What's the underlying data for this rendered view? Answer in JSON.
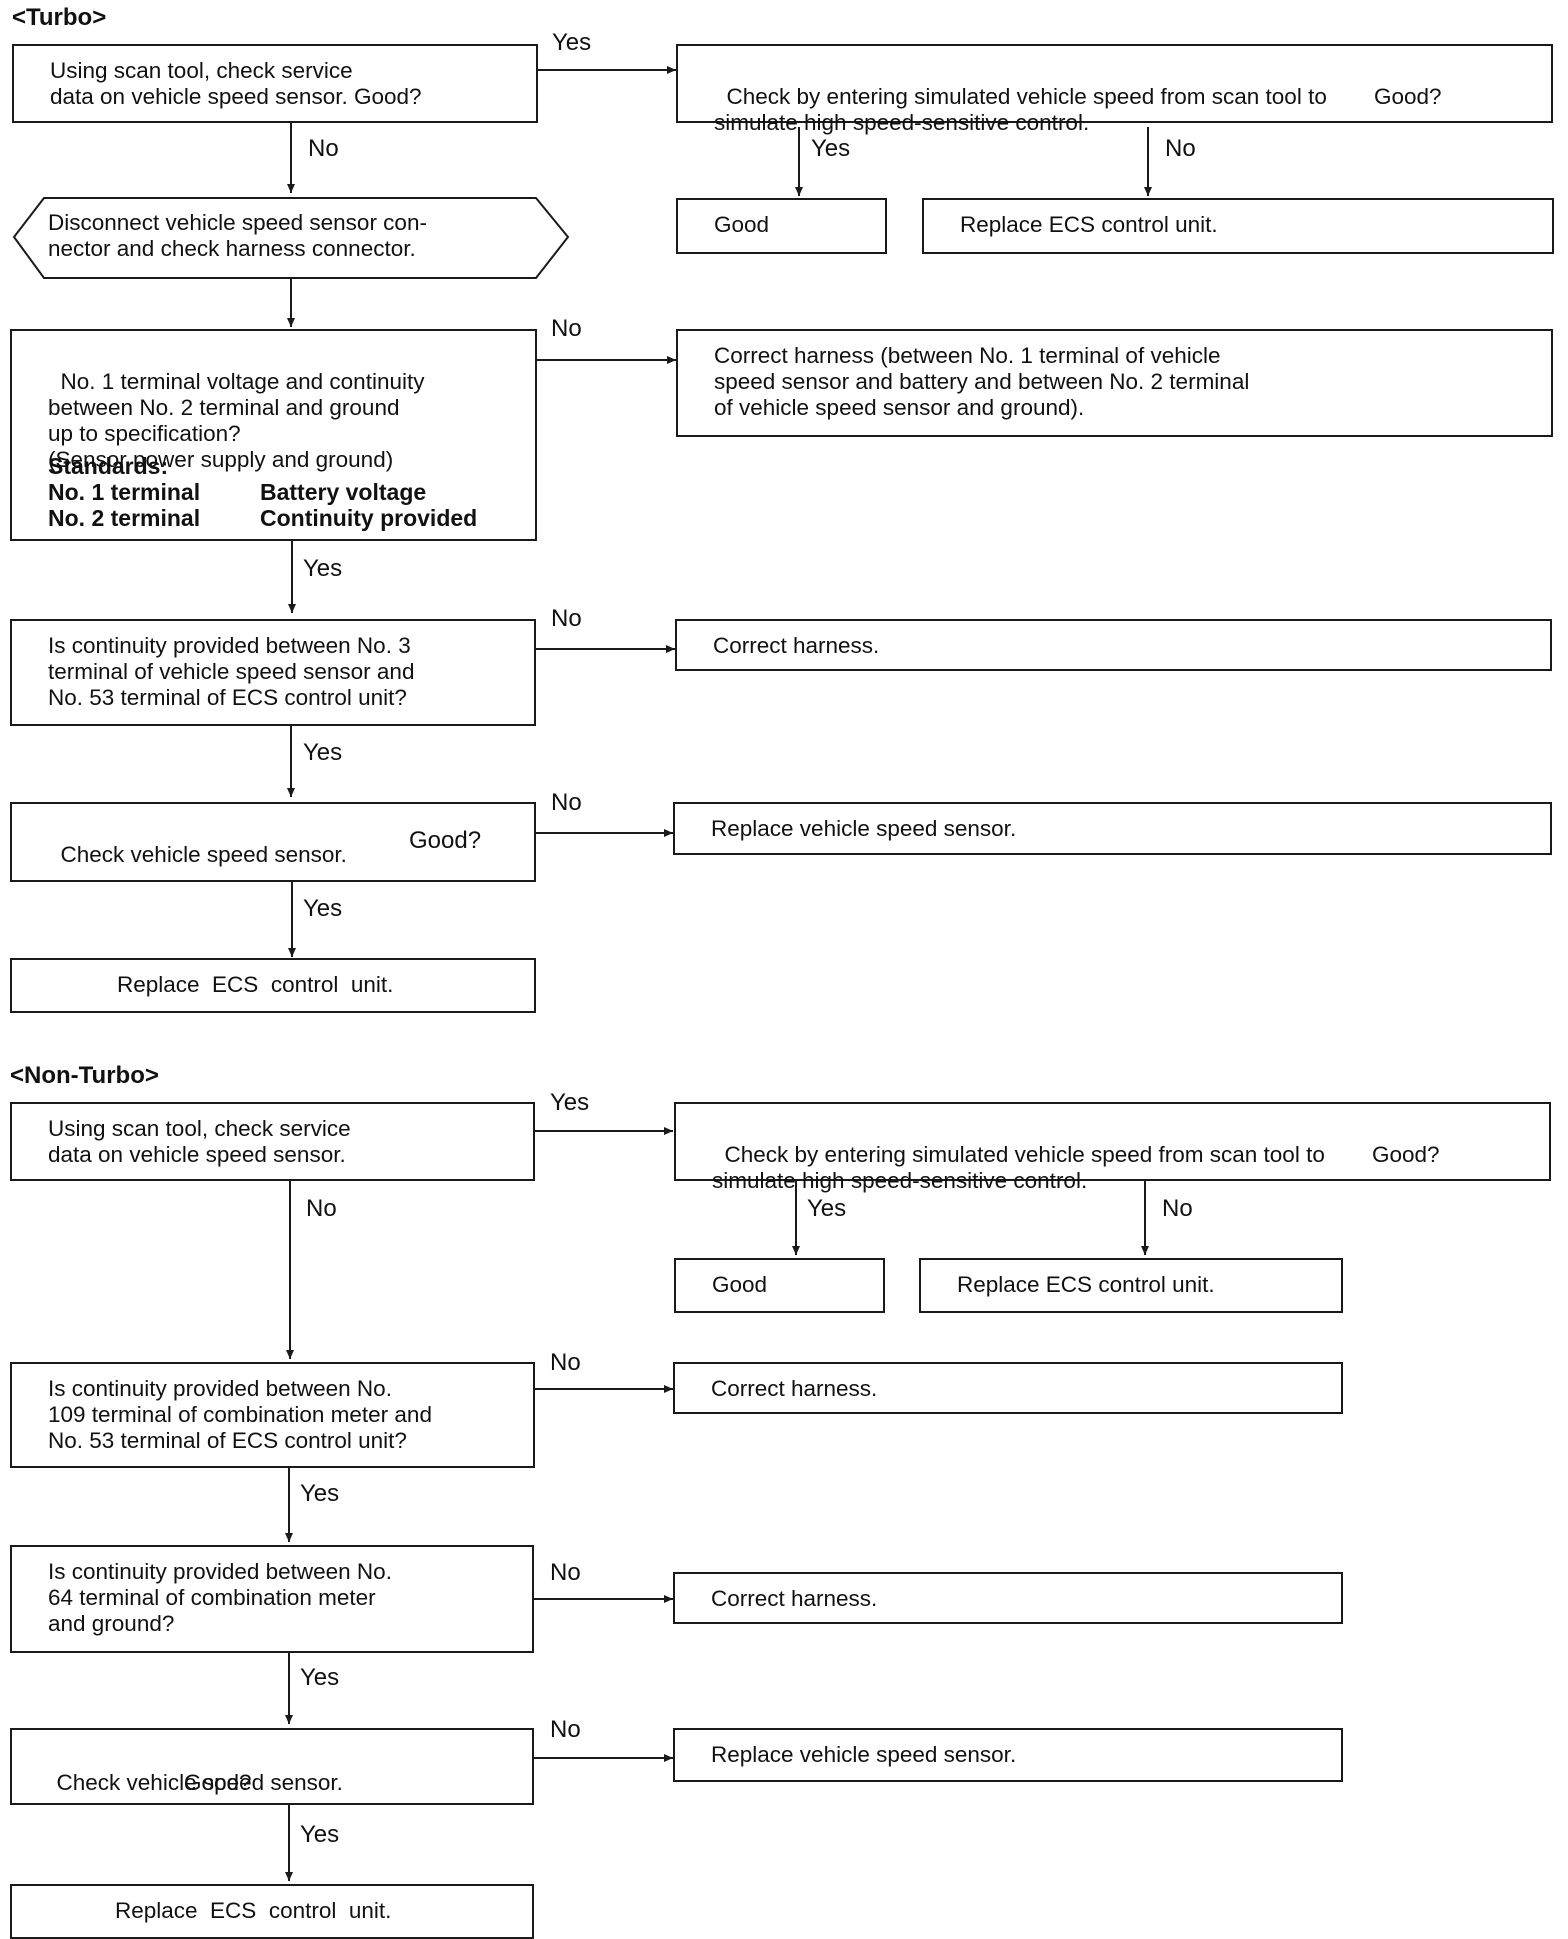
{
  "turbo": {
    "title": "<Turbo>",
    "q1": "Using scan tool, check service\ndata on vehicle speed sensor. Good?",
    "sim": "Check by entering simulated vehicle speed from scan tool to\nsimulate high speed-sensitive control.",
    "sim_good": "Good?",
    "good": "Good",
    "replace_ecs_right": "Replace ECS control unit.",
    "disconnect": "Disconnect vehicle speed sensor con-\nnector and check harness connector.",
    "q2": "No. 1 terminal voltage and continuity\nbetween No. 2 terminal and ground\nup to specification?\n(Sensor power supply and ground)",
    "standards_label": "Standards:",
    "std_rows": [
      {
        "terminal": "No. 1 terminal",
        "value": "Battery voltage"
      },
      {
        "terminal": "No. 2 terminal",
        "value": "Continuity provided"
      }
    ],
    "correct_harness_long": "Correct harness (between No. 1 terminal of vehicle\nspeed sensor and battery and between No. 2 terminal\nof vehicle speed sensor and ground).",
    "q3": "Is continuity provided between No. 3\nterminal of vehicle speed sensor and\nNo. 53 terminal of ECS control unit?",
    "correct_harness": "Correct harness.",
    "q4": "Check vehicle speed sensor.",
    "q4_good": "Good?",
    "replace_sensor": "Replace vehicle speed sensor.",
    "replace_ecs_bottom": "Replace  ECS  control  unit."
  },
  "nonturbo": {
    "title": "<Non-Turbo>",
    "q1": "Using scan tool, check service\ndata on vehicle speed sensor.",
    "sim": "Check by entering simulated vehicle speed from scan tool to\nsimulate high speed-sensitive control.",
    "sim_good": "Good?",
    "good": "Good",
    "replace_ecs_right": "Replace ECS control unit.",
    "q2": "Is continuity provided between No.\n109 terminal of combination meter and\nNo. 53 terminal of ECS control unit?",
    "correct_harness_1": "Correct harness.",
    "q3": "Is continuity provided between No.\n64 terminal of combination meter\nand ground?",
    "correct_harness_2": "Correct harness.",
    "q4": "Check vehicle speed sensor.",
    "q4_good": "Good?",
    "replace_sensor": "Replace vehicle speed sensor.",
    "replace_ecs_bottom": "Replace  ECS  control  unit."
  },
  "labels": {
    "yes": "Yes",
    "no": "No"
  }
}
